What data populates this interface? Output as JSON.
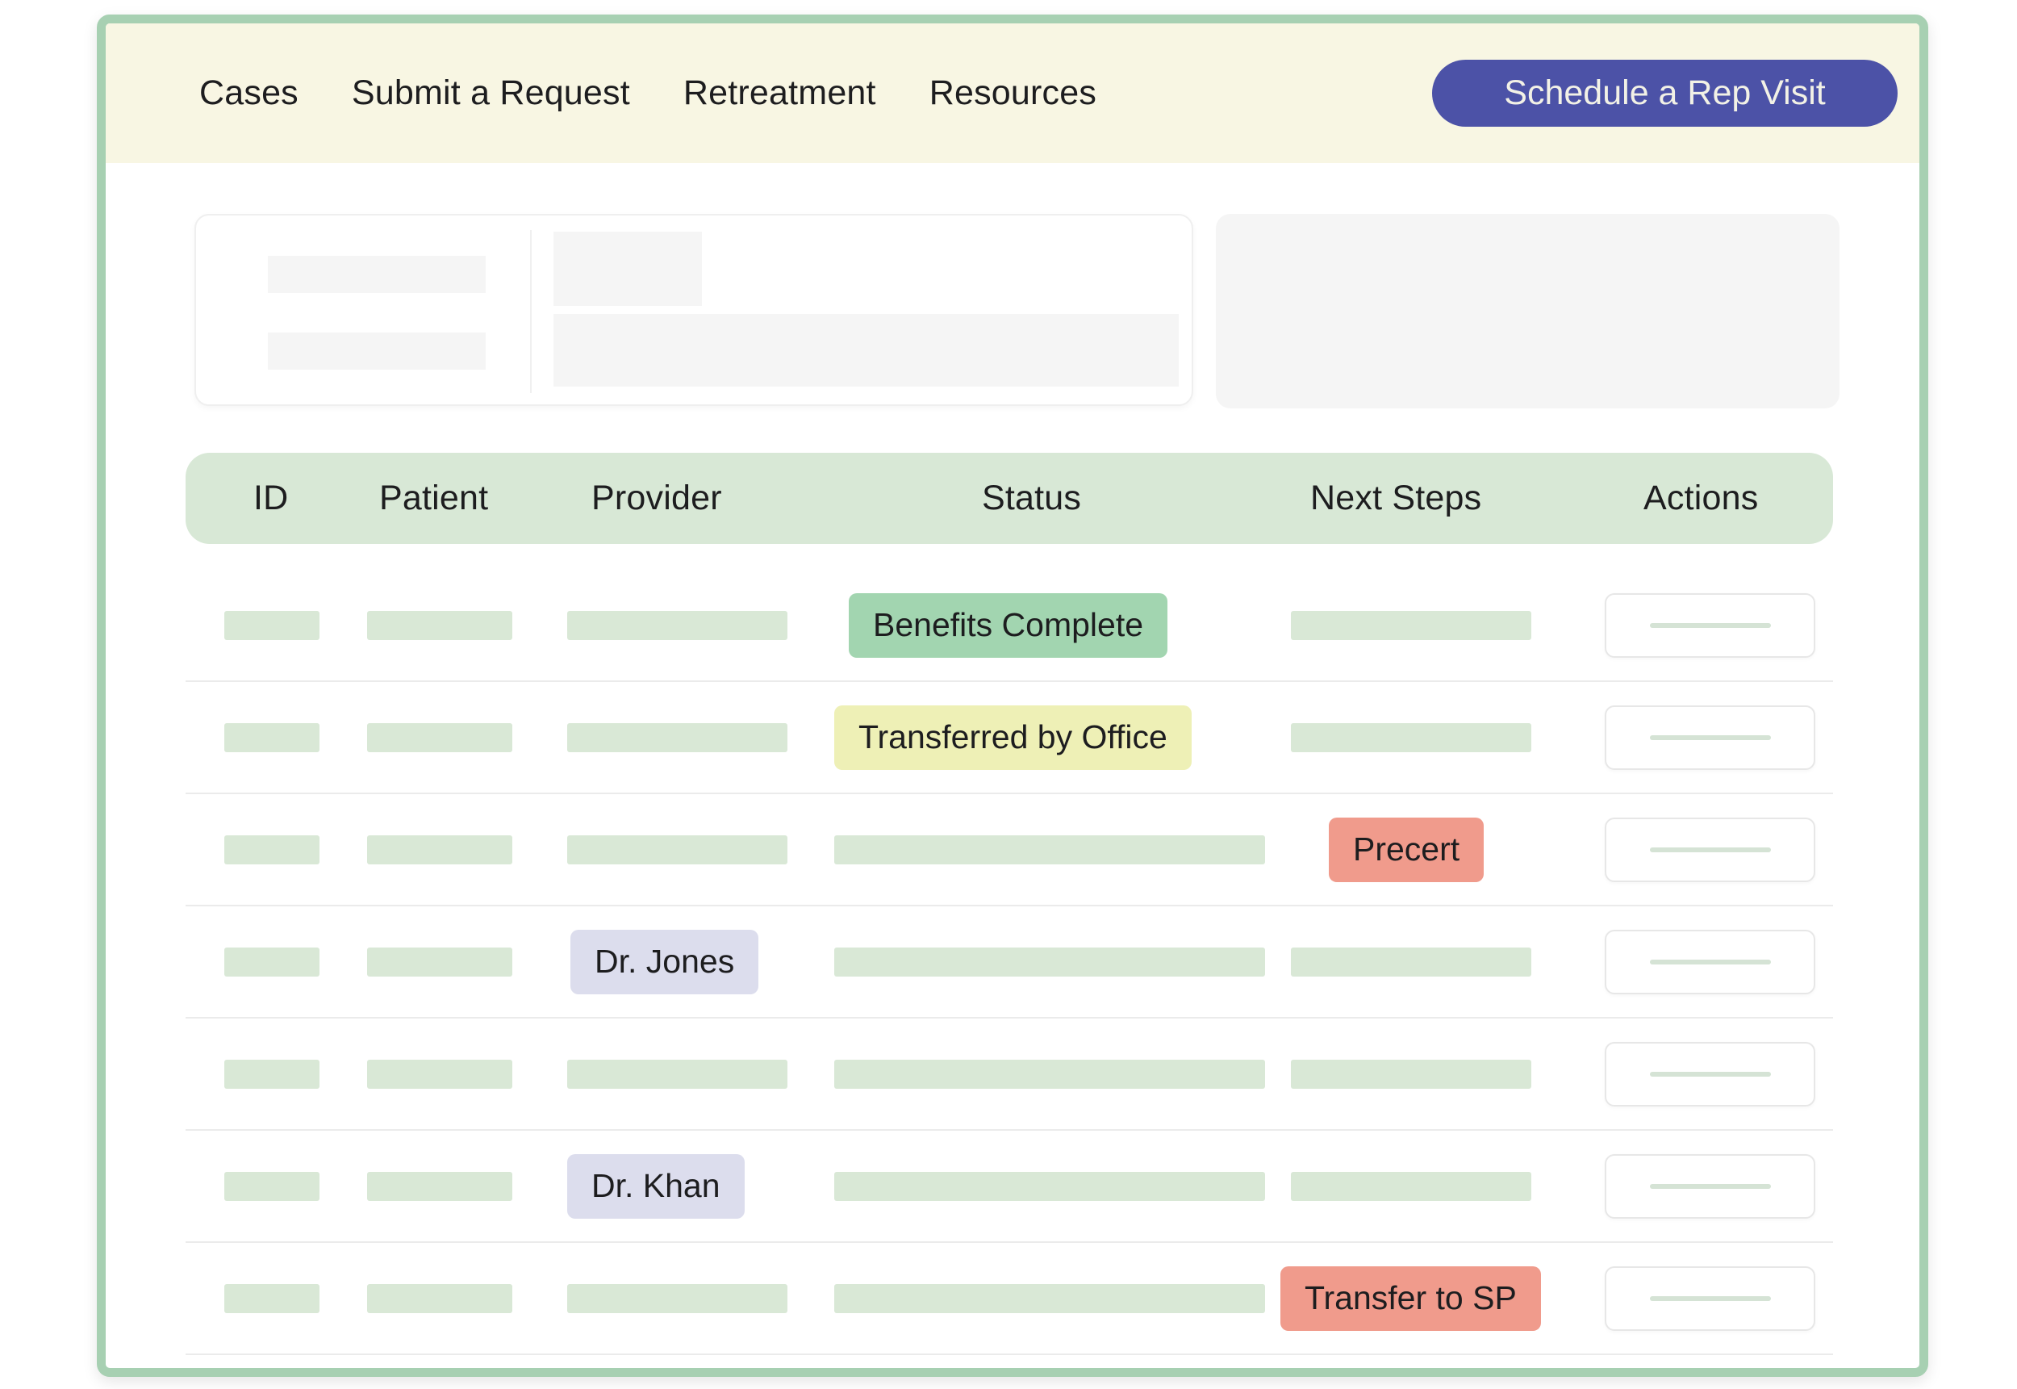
{
  "nav": {
    "links": [
      {
        "label": "Cases"
      },
      {
        "label": "Submit a Request"
      },
      {
        "label": "Retreatment"
      },
      {
        "label": "Resources"
      }
    ],
    "cta": {
      "label": "Schedule a Rep Visit"
    }
  },
  "table": {
    "columns": [
      "ID",
      "Patient",
      "Provider",
      "Status",
      "Next Steps",
      "Actions"
    ],
    "rows": [
      {
        "id": "bar",
        "patient": "bar",
        "provider": "bar",
        "status": {
          "label": "Benefits Complete",
          "variant": "green"
        },
        "next": "bar",
        "actions": "button"
      },
      {
        "id": "bar",
        "patient": "bar",
        "provider": "bar",
        "status": {
          "label": "Transferred by Office",
          "variant": "yellow"
        },
        "next": "bar",
        "actions": "button"
      },
      {
        "id": "bar",
        "patient": "bar",
        "provider": "bar",
        "status": "bar",
        "next": {
          "label": "Precert",
          "variant": "red"
        },
        "actions": "button"
      },
      {
        "id": "bar",
        "patient": "bar",
        "provider": {
          "label": "Dr. Jones",
          "variant": "purple"
        },
        "status": "bar",
        "next": "bar",
        "actions": "button"
      },
      {
        "id": "bar",
        "patient": "bar",
        "provider": "bar",
        "status": "bar",
        "next": "bar",
        "actions": "button"
      },
      {
        "id": "bar",
        "patient": "bar",
        "provider": {
          "label": "Dr. Khan",
          "variant": "purple"
        },
        "status": "bar",
        "next": "bar",
        "actions": "button"
      },
      {
        "id": "bar",
        "patient": "bar",
        "provider": "bar",
        "status": "bar",
        "next": {
          "label": "Transfer to SP",
          "variant": "red"
        },
        "actions": "button"
      }
    ]
  },
  "colors": {
    "frame": "#a7d0b2",
    "nav_bg": "#f8f6e3",
    "accent": "#4c52a7",
    "header_bg": "#d8e8d6",
    "placeholder_bar": "#d9e8d6",
    "chip_green": "#a2d5b0",
    "chip_yellow": "#eef0b6",
    "chip_red": "#f09b8c",
    "chip_purple": "#dcdded"
  }
}
